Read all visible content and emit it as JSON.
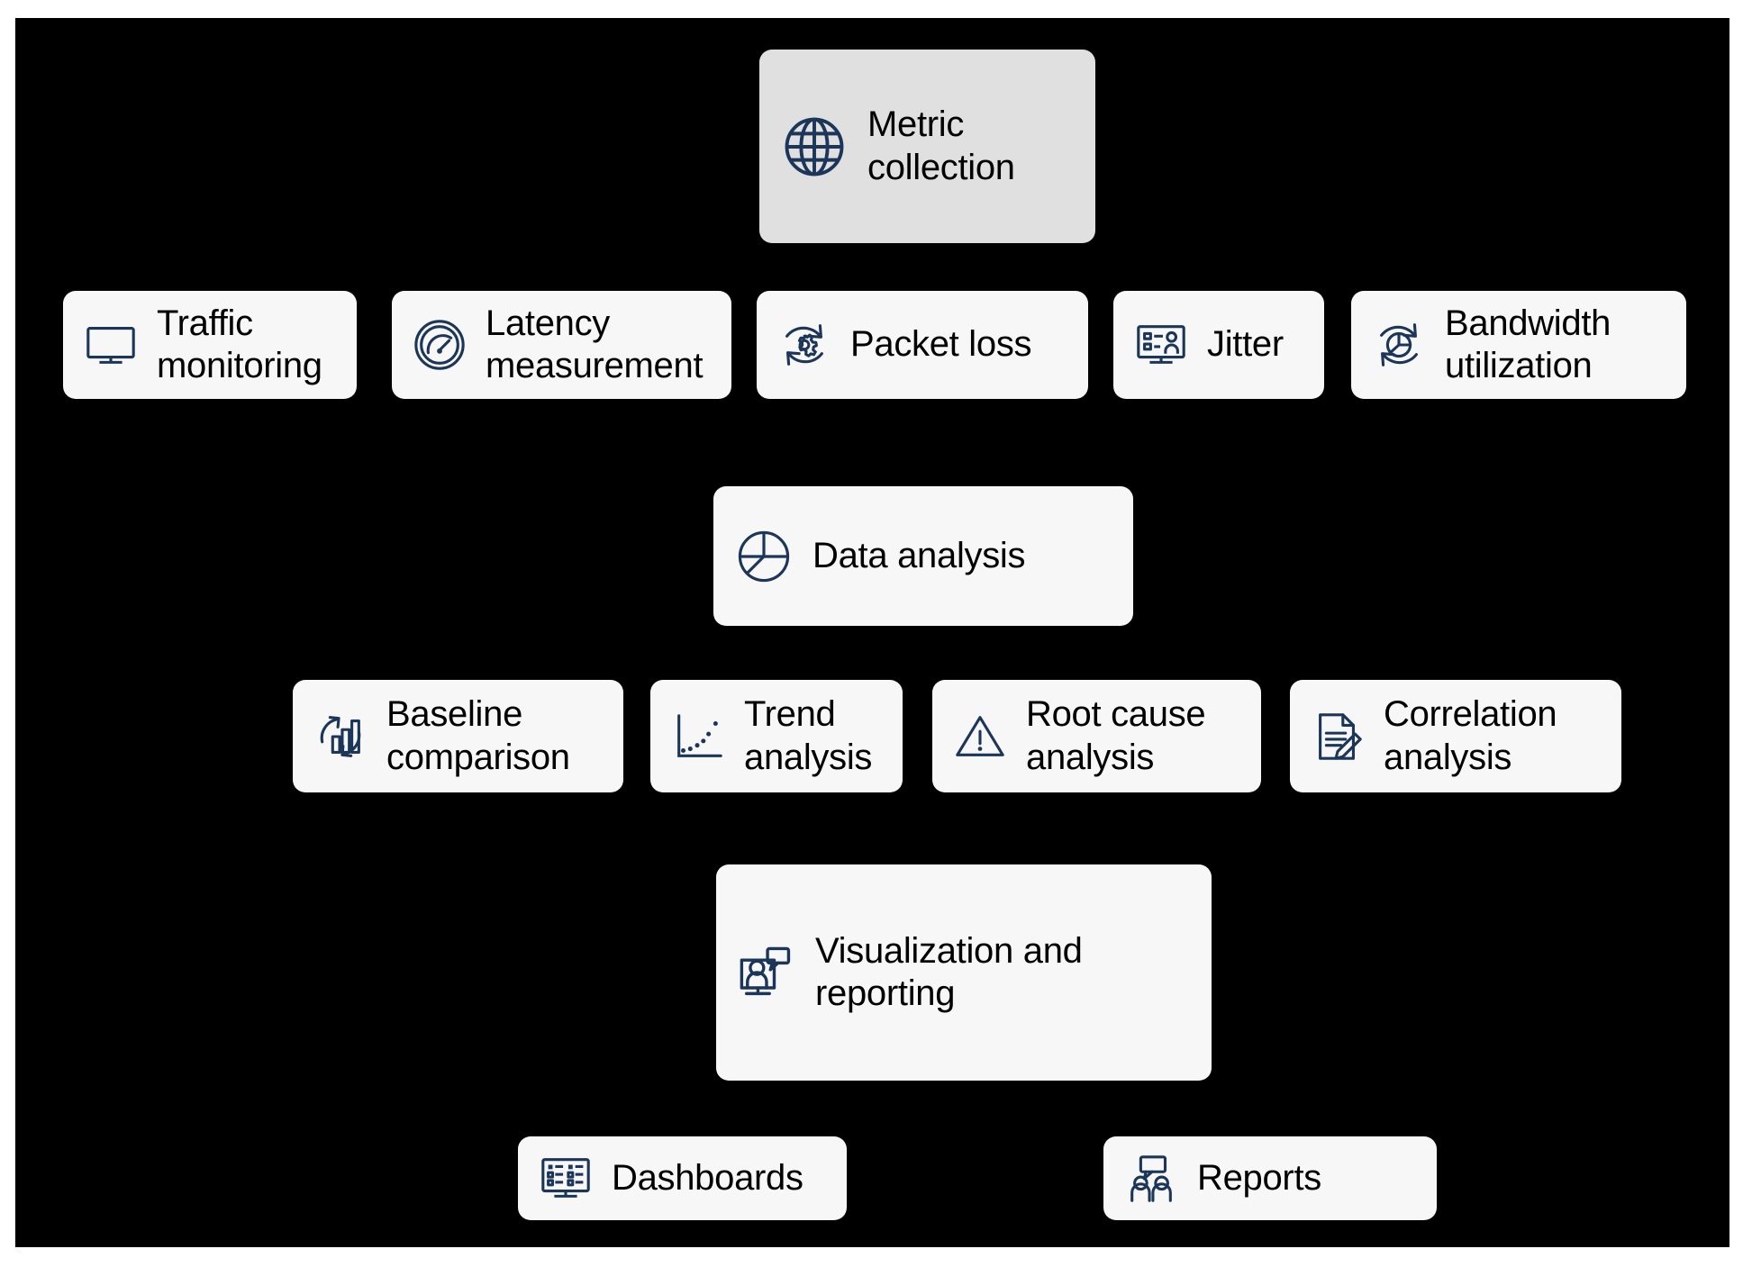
{
  "diagram": {
    "background_color": "#000000",
    "card_color": "#f7f7f7",
    "card_emphasis_color": "#e0e0e0",
    "icon_color": "#1b3659",
    "text_color": "#000000",
    "levels": [
      {
        "name": "metric-collection",
        "cards": [
          {
            "id": "metric-collection",
            "label": "Metric\ncollection",
            "icon": "globe-icon",
            "emphasis": true
          }
        ]
      },
      {
        "name": "metric-collection-children",
        "cards": [
          {
            "id": "traffic-monitoring",
            "label": "Traffic\nmonitoring",
            "icon": "monitor-icon",
            "emphasis": false
          },
          {
            "id": "latency-measurement",
            "label": "Latency\nmeasurement",
            "icon": "gauge-icon",
            "emphasis": false
          },
          {
            "id": "packet-loss",
            "label": "Packet loss",
            "icon": "gear-refresh-icon",
            "emphasis": false
          },
          {
            "id": "jitter",
            "label": "Jitter",
            "icon": "presentation-person-icon",
            "emphasis": false
          },
          {
            "id": "bandwidth-utilization",
            "label": "Bandwidth\nutilization",
            "icon": "pie-refresh-icon",
            "emphasis": false
          }
        ]
      },
      {
        "name": "data-analysis",
        "cards": [
          {
            "id": "data-analysis",
            "label": "Data analysis",
            "icon": "pie-chart-icon",
            "emphasis": false
          }
        ]
      },
      {
        "name": "data-analysis-children",
        "cards": [
          {
            "id": "baseline-comparison",
            "label": "Baseline\ncomparison",
            "icon": "bar-chart-arrows-icon",
            "emphasis": false
          },
          {
            "id": "trend-analysis",
            "label": "Trend\nanalysis",
            "icon": "scatter-plot-icon",
            "emphasis": false
          },
          {
            "id": "root-cause-analysis",
            "label": "Root cause\nanalysis",
            "icon": "warning-triangle-icon",
            "emphasis": false
          },
          {
            "id": "correlation-analysis",
            "label": "Correlation\nanalysis",
            "icon": "document-pencil-icon",
            "emphasis": false
          }
        ]
      },
      {
        "name": "visualization-and-reporting",
        "cards": [
          {
            "id": "visualization-reporting",
            "label": "Visualization and\nreporting",
            "icon": "monitor-person-chat-icon",
            "emphasis": false
          }
        ]
      },
      {
        "name": "visualization-children",
        "cards": [
          {
            "id": "dashboards",
            "label": "Dashboards",
            "icon": "dashboard-monitor-icon",
            "emphasis": false
          },
          {
            "id": "reports",
            "label": "Reports",
            "icon": "people-chat-icon",
            "emphasis": false
          }
        ]
      }
    ]
  }
}
